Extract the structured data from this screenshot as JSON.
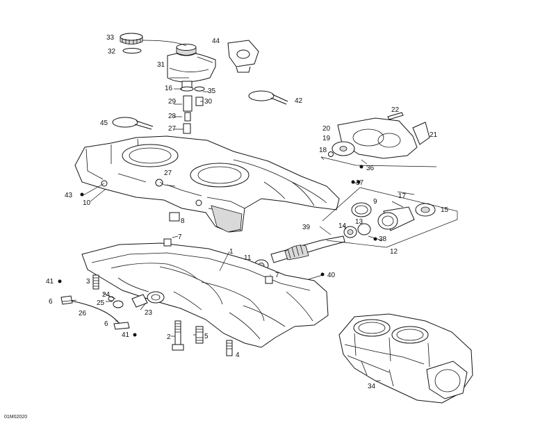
{
  "diagram": {
    "code": "01M02020",
    "parts": [
      {
        "id": "p33",
        "label": "33"
      },
      {
        "id": "p32",
        "label": "32"
      },
      {
        "id": "p31",
        "label": "31"
      },
      {
        "id": "p44",
        "label": "44"
      },
      {
        "id": "p16",
        "label": "16"
      },
      {
        "id": "p35",
        "label": "35"
      },
      {
        "id": "p42",
        "label": "42"
      },
      {
        "id": "p29",
        "label": "29"
      },
      {
        "id": "p30",
        "label": "30"
      },
      {
        "id": "p28",
        "label": "28"
      },
      {
        "id": "p45",
        "label": "45"
      },
      {
        "id": "p27a",
        "label": "27"
      },
      {
        "id": "p22",
        "label": "22"
      },
      {
        "id": "p20",
        "label": "20"
      },
      {
        "id": "p21",
        "label": "21"
      },
      {
        "id": "p19",
        "label": "19"
      },
      {
        "id": "p18",
        "label": "18"
      },
      {
        "id": "p36",
        "label": "36"
      },
      {
        "id": "p27b",
        "label": "27"
      },
      {
        "id": "p43",
        "label": "43"
      },
      {
        "id": "p10",
        "label": "10"
      },
      {
        "id": "p37",
        "label": "37"
      },
      {
        "id": "p17",
        "label": "17"
      },
      {
        "id": "p9",
        "label": "9"
      },
      {
        "id": "p15",
        "label": "15"
      },
      {
        "id": "p8",
        "label": "8"
      },
      {
        "id": "p39",
        "label": "39"
      },
      {
        "id": "p14",
        "label": "14"
      },
      {
        "id": "p13",
        "label": "13"
      },
      {
        "id": "p38",
        "label": "38"
      },
      {
        "id": "p7a",
        "label": "7"
      },
      {
        "id": "p1",
        "label": "1"
      },
      {
        "id": "p12",
        "label": "12"
      },
      {
        "id": "p11",
        "label": "11"
      },
      {
        "id": "p40",
        "label": "40"
      },
      {
        "id": "p7b",
        "label": "7"
      },
      {
        "id": "p41a",
        "label": "41"
      },
      {
        "id": "p3",
        "label": "3"
      },
      {
        "id": "p6",
        "label": "6"
      },
      {
        "id": "p24",
        "label": "24"
      },
      {
        "id": "p25",
        "label": "25"
      },
      {
        "id": "p26",
        "label": "26"
      },
      {
        "id": "p23",
        "label": "23"
      },
      {
        "id": "p6b",
        "label": "6"
      },
      {
        "id": "p41b",
        "label": "41"
      },
      {
        "id": "p2",
        "label": "2"
      },
      {
        "id": "p5",
        "label": "5"
      },
      {
        "id": "p4",
        "label": "4"
      },
      {
        "id": "p34",
        "label": "34"
      }
    ]
  }
}
